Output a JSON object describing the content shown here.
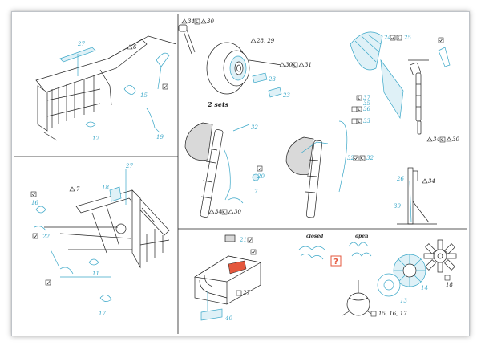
{
  "colors": {
    "cyan": "#3aa7c8",
    "ink": "#222222",
    "red": "#e4573d"
  },
  "panel_tl": {
    "part_27": "27",
    "triangle_6": "6",
    "part_15": "15",
    "part_19": "19",
    "part_12": "12"
  },
  "panel_bl": {
    "part_27": "27",
    "triangle_7": "7",
    "part_18": "18",
    "part_16": "16",
    "part_22": "22",
    "part_11": "11",
    "part_17": "17"
  },
  "panel_tm": {
    "triangle_34": "34",
    "triangle_30": "30",
    "triangles_28_29": "28, 29",
    "triangle_30b": "30",
    "triangle_31": "31",
    "part_23": "23",
    "sets_label": "2 sets"
  },
  "panel_tr": {
    "part_24": "24",
    "part_25": "25",
    "part_37": "37",
    "part_36": "36",
    "part_35": "35",
    "part_33": "33",
    "triangle_34": "34",
    "triangle_30": "30"
  },
  "panel_mm": {
    "part_32": "32",
    "part_20": "20",
    "part_7": "7",
    "triangle_34": "34",
    "triangle_30": "30"
  },
  "panel_mr": {
    "part_32": "32",
    "part_26": "26",
    "triangle_34": "34",
    "part_39": "39"
  },
  "panel_bm": {
    "part_21": "21",
    "square_27": "27",
    "part_40": "40"
  },
  "panel_br": {
    "closed_label": "closed",
    "open_label": "open",
    "part_18": "18",
    "part_14": "14",
    "part_13": "13",
    "squares_15_16_17": "15, 16, 17",
    "question_mark": "?"
  }
}
